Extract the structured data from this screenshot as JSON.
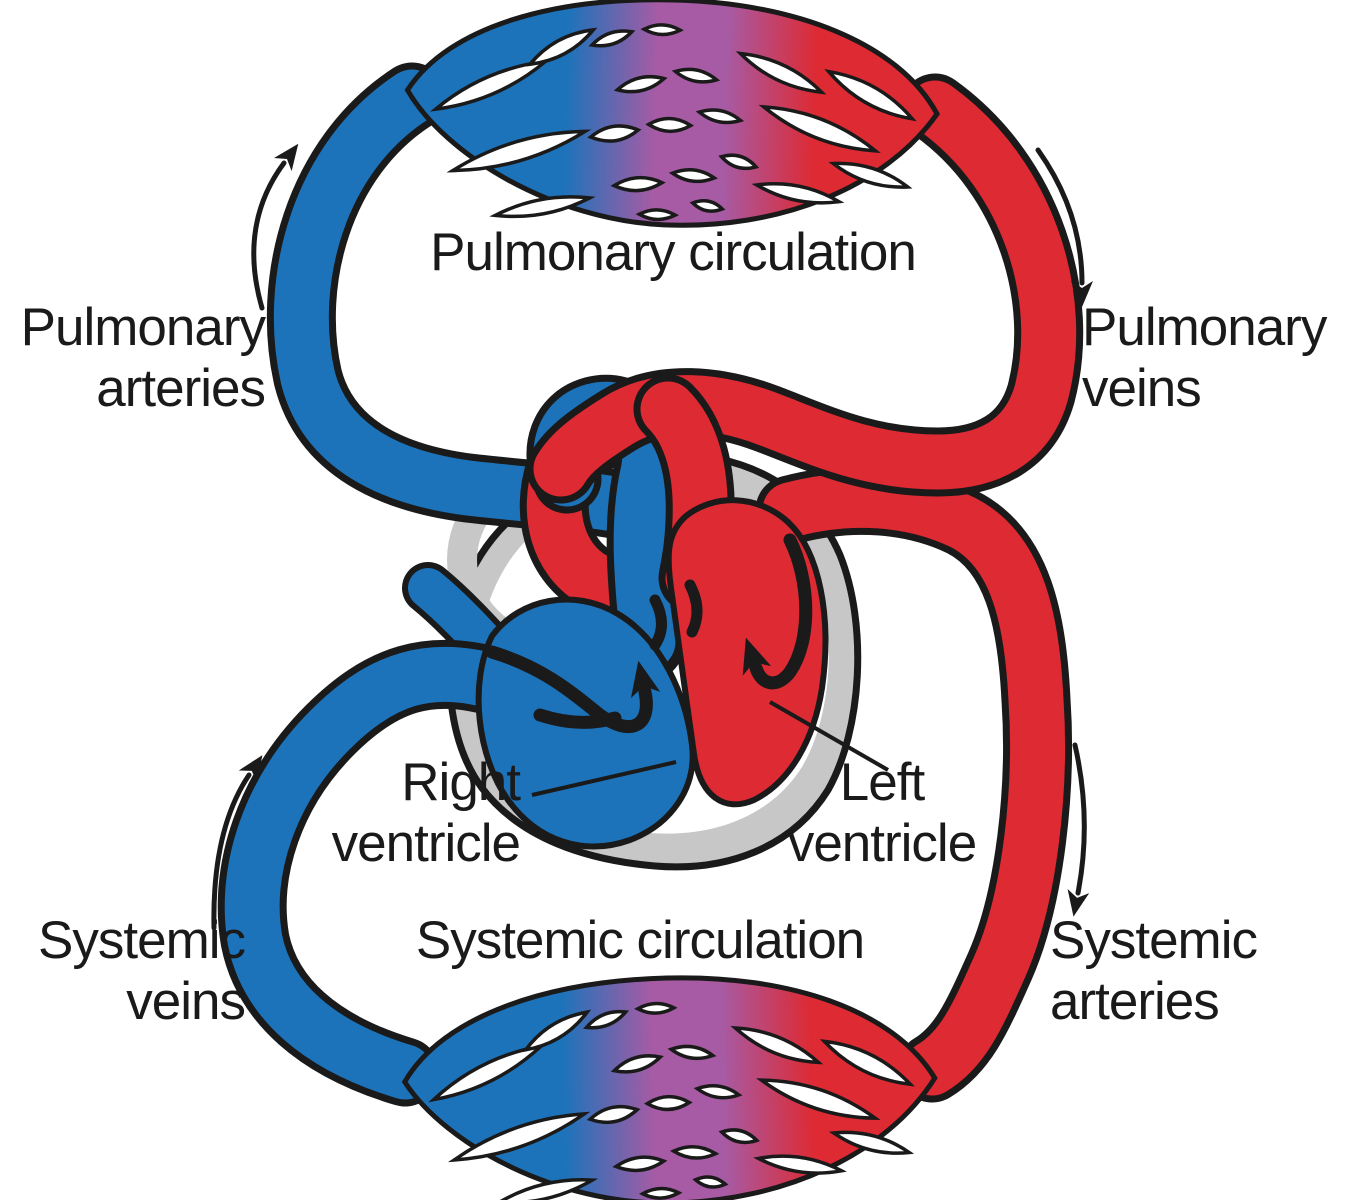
{
  "diagram": {
    "labels": {
      "pulmonary_circulation": "Pulmonary circulation",
      "systemic_circulation": "Systemic circulation",
      "pulmonary_arteries": {
        "line1": "Pulmonary",
        "line2": "arteries"
      },
      "pulmonary_veins": {
        "line1": "Pulmonary",
        "line2": "veins"
      },
      "right_ventricle": {
        "line1": "Right",
        "line2": "ventricle"
      },
      "left_ventricle": {
        "line1": "Left",
        "line2": "ventricle"
      },
      "systemic_veins": {
        "line1": "Systemic",
        "line2": "veins"
      },
      "systemic_arteries": {
        "line1": "Systemic",
        "line2": "arteries"
      }
    },
    "colors": {
      "oxygenated_red": "#dd2a33",
      "deoxygenated_blue": "#1d73ba",
      "capillary_purple": "#a75ba4",
      "heart_wall_gray": "#c7c7c7",
      "outline_black": "#1a1a1a",
      "background": "#ffffff"
    }
  }
}
